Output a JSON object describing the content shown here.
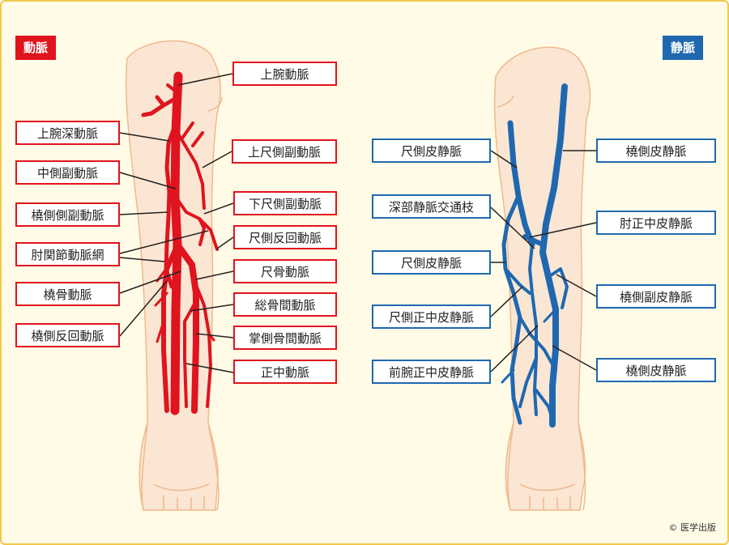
{
  "colors": {
    "artery": "#e0141e",
    "vein": "#1f68b0",
    "skin": "#fbe6d3",
    "skin_outline": "#f0b98d",
    "frame": "#f2c84b",
    "background": "#fffbe6"
  },
  "artery_panel": {
    "badge": "動脈",
    "labels": [
      {
        "id": "brachial",
        "text": "上腕動脈"
      },
      {
        "id": "deep-brachial",
        "text": "上腕深動脈"
      },
      {
        "id": "superior-ulnar-collateral",
        "text": "上尺側副動脈"
      },
      {
        "id": "middle-collateral",
        "text": "中側副動脈"
      },
      {
        "id": "inferior-ulnar-collateral",
        "text": "下尺側副動脈"
      },
      {
        "id": "radial-collateral",
        "text": "橈側側副動脈"
      },
      {
        "id": "ulnar-recurrent",
        "text": "尺側反回動脈"
      },
      {
        "id": "elbow-network",
        "text": "肘関節動脈網"
      },
      {
        "id": "ulnar",
        "text": "尺骨動脈"
      },
      {
        "id": "radial",
        "text": "橈骨動脈"
      },
      {
        "id": "common-interosseous",
        "text": "総骨間動脈"
      },
      {
        "id": "radial-recurrent",
        "text": "橈側反回動脈"
      },
      {
        "id": "anterior-interosseous",
        "text": "掌側骨間動脈"
      },
      {
        "id": "median",
        "text": "正中動脈"
      }
    ]
  },
  "vein_panel": {
    "badge": "静脈",
    "labels": [
      {
        "id": "basilic-upper",
        "text": "尺側皮静脈"
      },
      {
        "id": "cephalic-upper",
        "text": "橈側皮静脈"
      },
      {
        "id": "deep-communicating",
        "text": "深部静脈交通枝"
      },
      {
        "id": "median-cubital",
        "text": "肘正中皮静脈"
      },
      {
        "id": "basilic-lower",
        "text": "尺側皮静脈"
      },
      {
        "id": "accessory-cephalic",
        "text": "橈側副皮静脈"
      },
      {
        "id": "median-basilic",
        "text": "尺側正中皮静脈"
      },
      {
        "id": "median-antebrachial",
        "text": "前腕正中皮静脈"
      },
      {
        "id": "cephalic-lower",
        "text": "橈側皮静脈"
      }
    ]
  },
  "copyright": "© 医学出版"
}
